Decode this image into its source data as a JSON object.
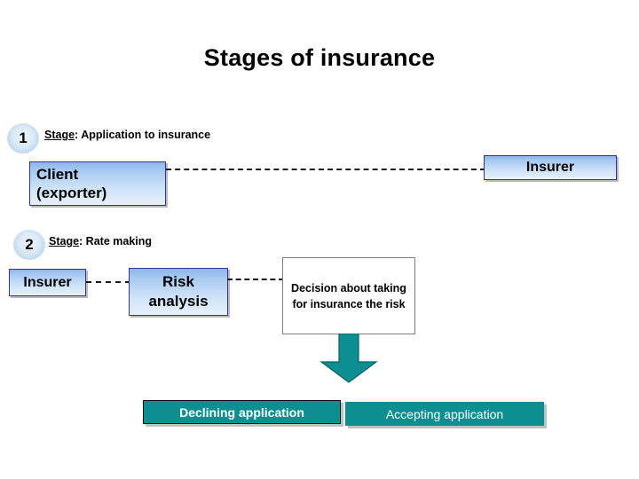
{
  "slide": {
    "title": "Stages of insurance",
    "background_color": "#ffffff"
  },
  "colors": {
    "box_border_blue": "#333399",
    "box_fill_blue_top": "#8cb7e8",
    "box_fill_blue_bottom": "#e7f1fc",
    "teal": "#0d8f92",
    "decision_border": "#7f7f7f",
    "bubble_fill": "#dcebf8",
    "connector": "#1a1a1a",
    "text_dark": "#000000",
    "text_light": "#ffffff"
  },
  "stages": [
    {
      "number": "1",
      "stage_word": "Stage",
      "caption_rest": ": Application to insurance",
      "nodes": [
        {
          "id": "client",
          "label_line1": "Client",
          "label_line2": "(exporter)"
        },
        {
          "id": "insurer-1",
          "label": "Insurer"
        }
      ]
    },
    {
      "number": "2",
      "stage_word": "Stage",
      "caption_rest": ": Rate making",
      "nodes": [
        {
          "id": "insurer-2",
          "label": "Insurer"
        },
        {
          "id": "risk",
          "label_line1": "Risk",
          "label_line2": "analysis"
        },
        {
          "id": "decision",
          "label": "Decision about taking for insurance the risk"
        }
      ]
    }
  ],
  "outcomes": [
    {
      "id": "declining",
      "label": "Declining application"
    },
    {
      "id": "accepting",
      "label": "Accepting application"
    }
  ],
  "icons": {
    "down_arrow": "down-arrow-icon"
  }
}
